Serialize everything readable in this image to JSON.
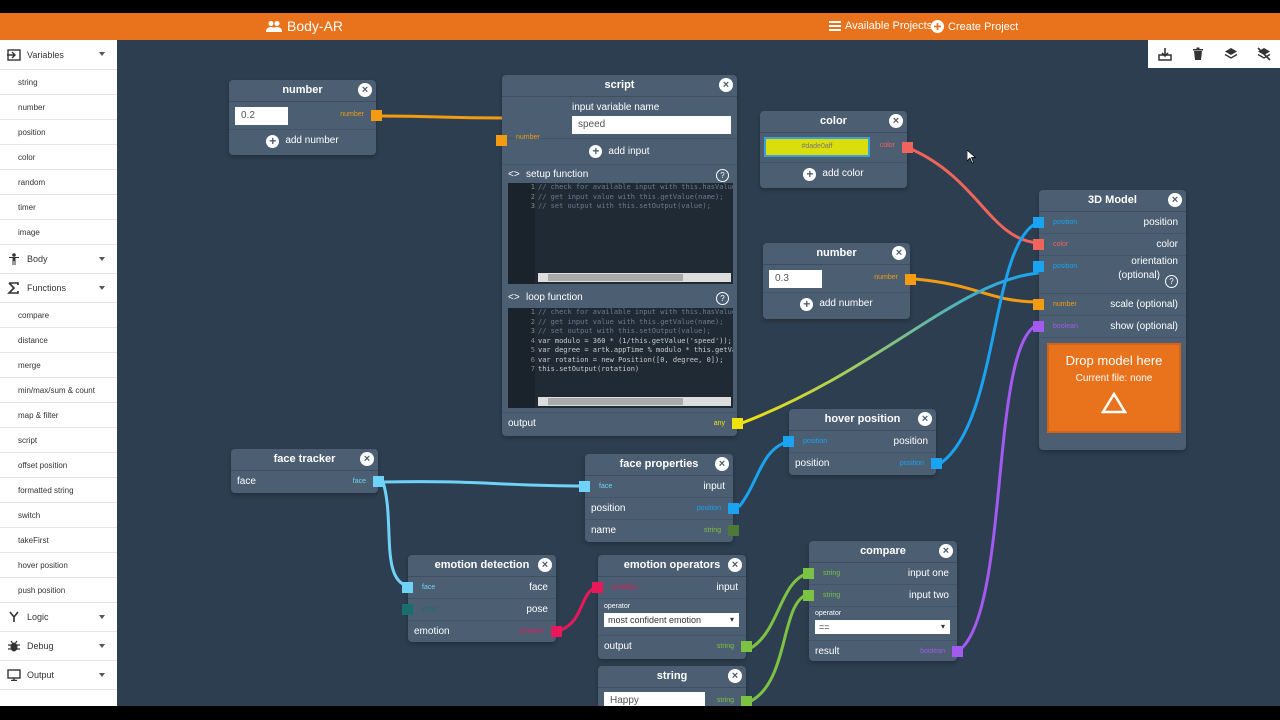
{
  "header": {
    "title": "Body-AR",
    "menu_projects": "Available Projects",
    "menu_create": "Create Project"
  },
  "sidebar": {
    "variables": "Variables",
    "var_items": [
      "string",
      "number",
      "position",
      "color",
      "random",
      "timer",
      "image"
    ],
    "body": "Body",
    "functions": "Functions",
    "fn_items": [
      "compare",
      "distance",
      "merge",
      "min/max/sum & count",
      "map & filter",
      "script",
      "offset position",
      "formatted string",
      "switch",
      "takeFirst",
      "hover position",
      "push position"
    ],
    "logic": "Logic",
    "debug": "Debug",
    "output": "Output"
  },
  "nodes": {
    "number1": {
      "title": "number",
      "value": "0.2",
      "out": "number",
      "add": "add number"
    },
    "script": {
      "title": "script",
      "in": "number",
      "var_label": "input variable name",
      "var_value": "speed",
      "add": "add input",
      "setup_label": "setup function",
      "loop_label": "loop function",
      "output": "output",
      "out_type": "any",
      "setup_nums": [
        "1",
        "2",
        "3"
      ],
      "setup_lines": [
        "// check for available input with this.hasValue(name);",
        "// get input value with this.getValue(name);",
        "// set output with this.setOutput(value);"
      ],
      "loop_nums": [
        "1",
        "2",
        "3",
        "4",
        "5",
        "6",
        "7"
      ],
      "loop_lines": [
        "// check for available input with this.hasValue(name);",
        "// get input value with this.getValue(name);",
        "// set output with this.setOutput(value);",
        "var modulo = 360 * (1/this.getValue('speed'));",
        "var degree = artk.appTime % modulo * this.getValue('speed');",
        "var rotation = new Position([0, degree, 0]);",
        "this.setOutput(rotation)"
      ]
    },
    "color": {
      "title": "color",
      "value": "#dade0aff",
      "out": "color",
      "add": "add color"
    },
    "number2": {
      "title": "number",
      "value": "0.3",
      "out": "number",
      "add": "add number"
    },
    "model": {
      "title": "3D Model",
      "rows": [
        {
          "tag": "position",
          "label": "position"
        },
        {
          "tag": "color",
          "label": "color"
        },
        {
          "tag": "position",
          "label": "orientation"
        },
        {
          "tag": "number",
          "label": "scale (optional)"
        },
        {
          "tag": "boolean",
          "label": "show (optional)"
        }
      ],
      "orient_sub": "(optional)",
      "drop_title": "Drop model here",
      "drop_file": "Current file: none"
    },
    "hover": {
      "title": "hover position",
      "in_tag": "position",
      "in_label": "position",
      "out_label": "position",
      "out_tag": "position"
    },
    "face_tracker": {
      "title": "face tracker",
      "label": "face",
      "tag": "face"
    },
    "face_props": {
      "title": "face properties",
      "in_tag": "face",
      "in_label": "input",
      "pos_label": "position",
      "pos_tag": "position",
      "name_label": "name",
      "name_tag": "string"
    },
    "emotion_det": {
      "title": "emotion detection",
      "in_tag": "face",
      "in_label": "face",
      "pose_tag": "pose",
      "pose_label": "pose",
      "emo_label": "emotion",
      "emo_tag": "emotion"
    },
    "emotion_ops": {
      "title": "emotion operators",
      "in_tag": "emotion",
      "in_label": "input",
      "op_label": "operator",
      "op_value": "most confident emotion",
      "out_label": "output",
      "out_tag": "string"
    },
    "compare": {
      "title": "compare",
      "in1_tag": "string",
      "in1_label": "input one",
      "in2_tag": "string",
      "in2_label": "input two",
      "op_label": "operator",
      "op_value": "==",
      "res_label": "result",
      "res_tag": "boolean"
    },
    "string": {
      "title": "string",
      "value": "Happy",
      "out": "string"
    }
  },
  "colors": {
    "number": "#f39c12",
    "color": "#f1645e",
    "position": "#1aa3f0",
    "boolean": "#a35af0",
    "string": "#7cc243",
    "face": "#6fd3f7",
    "emotion": "#e8195a",
    "any": "#f2e20c",
    "pose": "#1a6e6e"
  }
}
